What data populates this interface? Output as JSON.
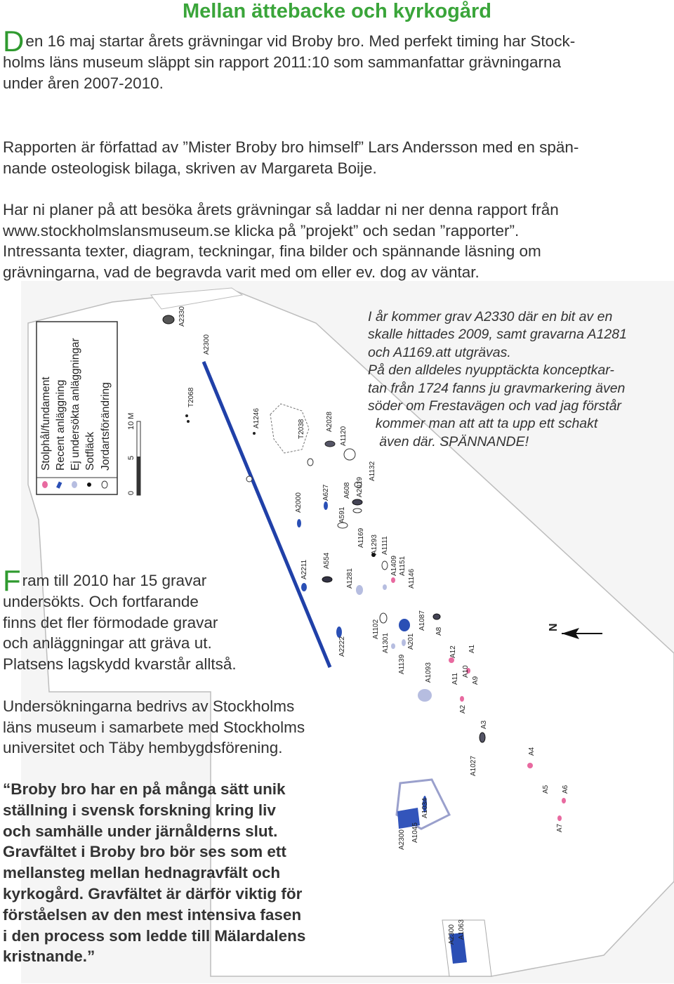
{
  "title": "Mellan ättebacke och kyrkogård",
  "intro": {
    "dropcap": "D",
    "lines": [
      "en 16 maj startar årets grävningar vid Broby bro. Med perfekt timing har Stock-",
      "holms läns museum släppt sin rapport 2011:10 som sammanfattar grävningarna",
      "under åren 2007-2010."
    ]
  },
  "report": {
    "lines": [
      "Rapporten är författad av ”Mister Broby bro himself” Lars Andersson med en spän-",
      "nande osteologisk bilaga, skriven av Margareta Boije."
    ]
  },
  "visit": {
    "lines": [
      "Har ni planer på att besöka årets grävningar så laddar ni ner denna rapport från",
      "www.stockholmslansmuseum.se klicka på ”projekt” och sedan ”rapporter”.",
      "Intressanta texter, diagram, teckningar, fina bilder och spännande läsning om",
      "grävningarna, vad de begravda varit med om eller ev. dog av väntar."
    ]
  },
  "note": {
    "lines": [
      "I år kommer grav A2330 där en bit av en",
      "skalle hittades 2009, samt gravarna A1281",
      "och A1169.att utgrävas.",
      "På den alldeles nyupptäckta konceptkar-",
      "tan  från 1724 fanns ju gravmarkering även",
      "söder om Frestavägen och vad jag förstår",
      "  kommer man att att ta upp ett schakt",
      "   även där. SPÄNNANDE!"
    ]
  },
  "fram": {
    "dropcap": "F",
    "lines": [
      "ram till 2010 har 15 gravar",
      "undersökts. Och fortfarande",
      "finns det fler förmodade gravar",
      "och anläggningar att gräva ut.",
      "Platsens lagskydd kvarstår alltså."
    ]
  },
  "partners": {
    "lines": [
      "Undersökningarna bedrivs av Stockholms",
      "läns museum i samarbete med Stockholms",
      "universitet och Täby hembygdsförening."
    ]
  },
  "quote": {
    "lines": [
      "“Broby bro har en på många sätt unik",
      "ställning i svensk forskning kring liv",
      "och samhälle under järnålderns slut.",
      "Gravfältet i Broby bro bör ses som ett",
      "mellansteg mellan hednagravfält och",
      "kyrkogård. Gravfältet är därför viktig för",
      "förståelsen av den mest intensiva fasen",
      "i den process som ledde till Mälardalens",
      "kristnande.”"
    ]
  },
  "map": {
    "legend": [
      "Stolphål/fundament",
      "Recent anläggning",
      "Ej undersökta anläggningar",
      "Sotfläck",
      "Jordartsförändring"
    ],
    "scale": [
      "0",
      "5",
      "10 M"
    ],
    "north": "N",
    "labels": {
      "a2330": "A2330",
      "a2300top": "A2300",
      "t2068": "T2068",
      "a1246": "A1246",
      "t2038": "T2038",
      "a2028": "A2028",
      "a1120": "A1120",
      "a1132": "A1132",
      "a2000": "A2000",
      "a627": "A627",
      "a608": "A608",
      "a2019": "A2019",
      "a591": "A591",
      "a1169": "A1169",
      "a1293": "A1293",
      "a1111": "A1111",
      "a1409": "A1409",
      "a1151": "A1151",
      "a1146": "A1146",
      "a2211": "A2211",
      "a554": "A554",
      "a1281": "A1281",
      "a1102": "A1102",
      "a1301": "A1301",
      "a1139": "A1139",
      "a201": "A201",
      "a1087": "A1087",
      "a8": "A8",
      "a2222": "A2222",
      "a1093": "A1093",
      "a12": "A12",
      "a1": "A1",
      "a11": "A11",
      "a10": "A10",
      "a9": "A9",
      "a2": "A2",
      "a3": "A3",
      "a1027": "A1027",
      "a4": "A4",
      "a5": "A5",
      "a6": "A6",
      "a7": "A7",
      "a1034": "A1034",
      "a1045": "A1045",
      "a2300mid": "A2300",
      "a2300bot": "A2300",
      "a1063": "A1063"
    }
  }
}
